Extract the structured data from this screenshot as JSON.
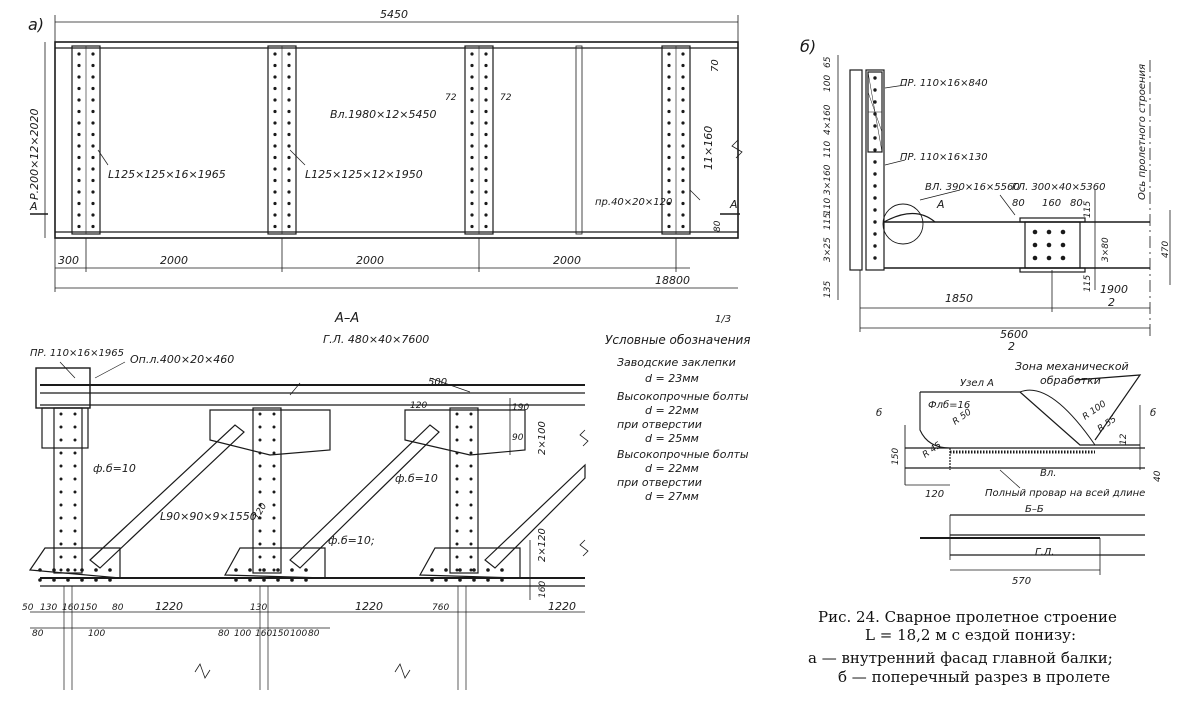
{
  "view_a": {
    "letter": "а)",
    "overall_length": "5450",
    "top_gap": "70",
    "web_plate": "Вл.1980×12×5450",
    "flange": "Р.200×12×2020",
    "angle_1": "L125×125×16×1965",
    "angle_2": "L125×125×12×1950",
    "pitch_left": "72",
    "pitch_right": "72",
    "rivets": "11×160",
    "bottom_gap": "80",
    "gusset": "пр.40×20×120",
    "section_mark": "A",
    "dims": [
      "300",
      "2000",
      "2000",
      "2000"
    ],
    "span": "18800"
  },
  "view_aa": {
    "title": "A–A",
    "sheet_note": "1/3",
    "flange_plate": "Г.Л. 480×40×7600",
    "splice": "ПР. 110×16×1965",
    "support_plate": "Оп.л.400×20×460",
    "brace_len": "500",
    "dim_120": "120",
    "dim_190": "190",
    "dim_90": "90",
    "dim_2x100": "2×100",
    "gusset_1": "ф.б=10",
    "gusset_2": "ф.б=10",
    "gusset_3": "ф.б=10;",
    "brace": "L90×90×9×1550",
    "dim_120b": "120",
    "dim_2x120": "2×120",
    "dim_160": "160",
    "bottom_dims": [
      "50",
      "130",
      "160",
      "150",
      "80",
      "1220",
      "130",
      "1220",
      "760",
      "1220"
    ],
    "bottom_dims2": [
      "80",
      "100",
      "80",
      "100",
      "160",
      "150",
      "100",
      "80"
    ]
  },
  "legend": {
    "title": "Условные обозначения",
    "items": [
      {
        "text": "Заводские заклепки",
        "sub": "d = 23мм"
      },
      {
        "text": "Высокопрочные болты",
        "sub": "d = 22мм",
        "sub2": "при отверстии",
        "sub3": "d = 25мм"
      },
      {
        "text": "Высокопрочные болты",
        "sub": "d = 22мм",
        "sub2": "при отверстии",
        "sub3": "d = 27мм"
      }
    ]
  },
  "view_b": {
    "letter": "б)",
    "plate_1": "ПР. 110×16×840",
    "plate_2": "ПР. 110×16×130",
    "web": "ВЛ. 390×16×5560",
    "flange": "ГЛ. 300×40×5360",
    "axis": "Ось пролетного строения",
    "node_ref": "A",
    "left_dims": [
      "65",
      "100",
      "4×160",
      "110",
      "3×160",
      "110",
      "115",
      "3×25",
      "135"
    ],
    "top_dims": [
      "80",
      "160",
      "80"
    ],
    "right_dims": [
      "115",
      "3×80",
      "115",
      "470"
    ],
    "d1850": "1850",
    "d1900": "1900",
    "d2": "2",
    "d5600": "5600",
    "d5600_den": "2"
  },
  "detail": {
    "zone": "Зона механической",
    "zone2": "обработки",
    "node": "Узел A",
    "flb": "Флб=16",
    "r50": "R 50",
    "r100": "R 100",
    "r55": "R 55",
    "r45": "R 45",
    "d150": "150",
    "d12": "12",
    "d40": "40",
    "d120": "120",
    "vl": "Вл.",
    "weld": "Полный провар на всей длине",
    "cut": "б",
    "section": "Б–Б",
    "gl": "Г.Л.",
    "d570": "570"
  },
  "caption": {
    "line1": "Рис. 24. Сварное пролетное строение",
    "line2": "L = 18,2 м с ездой понизу:",
    "line3": "а — внутренний фасад главной балки;",
    "line4": "б — поперечный разрез в пролете"
  }
}
